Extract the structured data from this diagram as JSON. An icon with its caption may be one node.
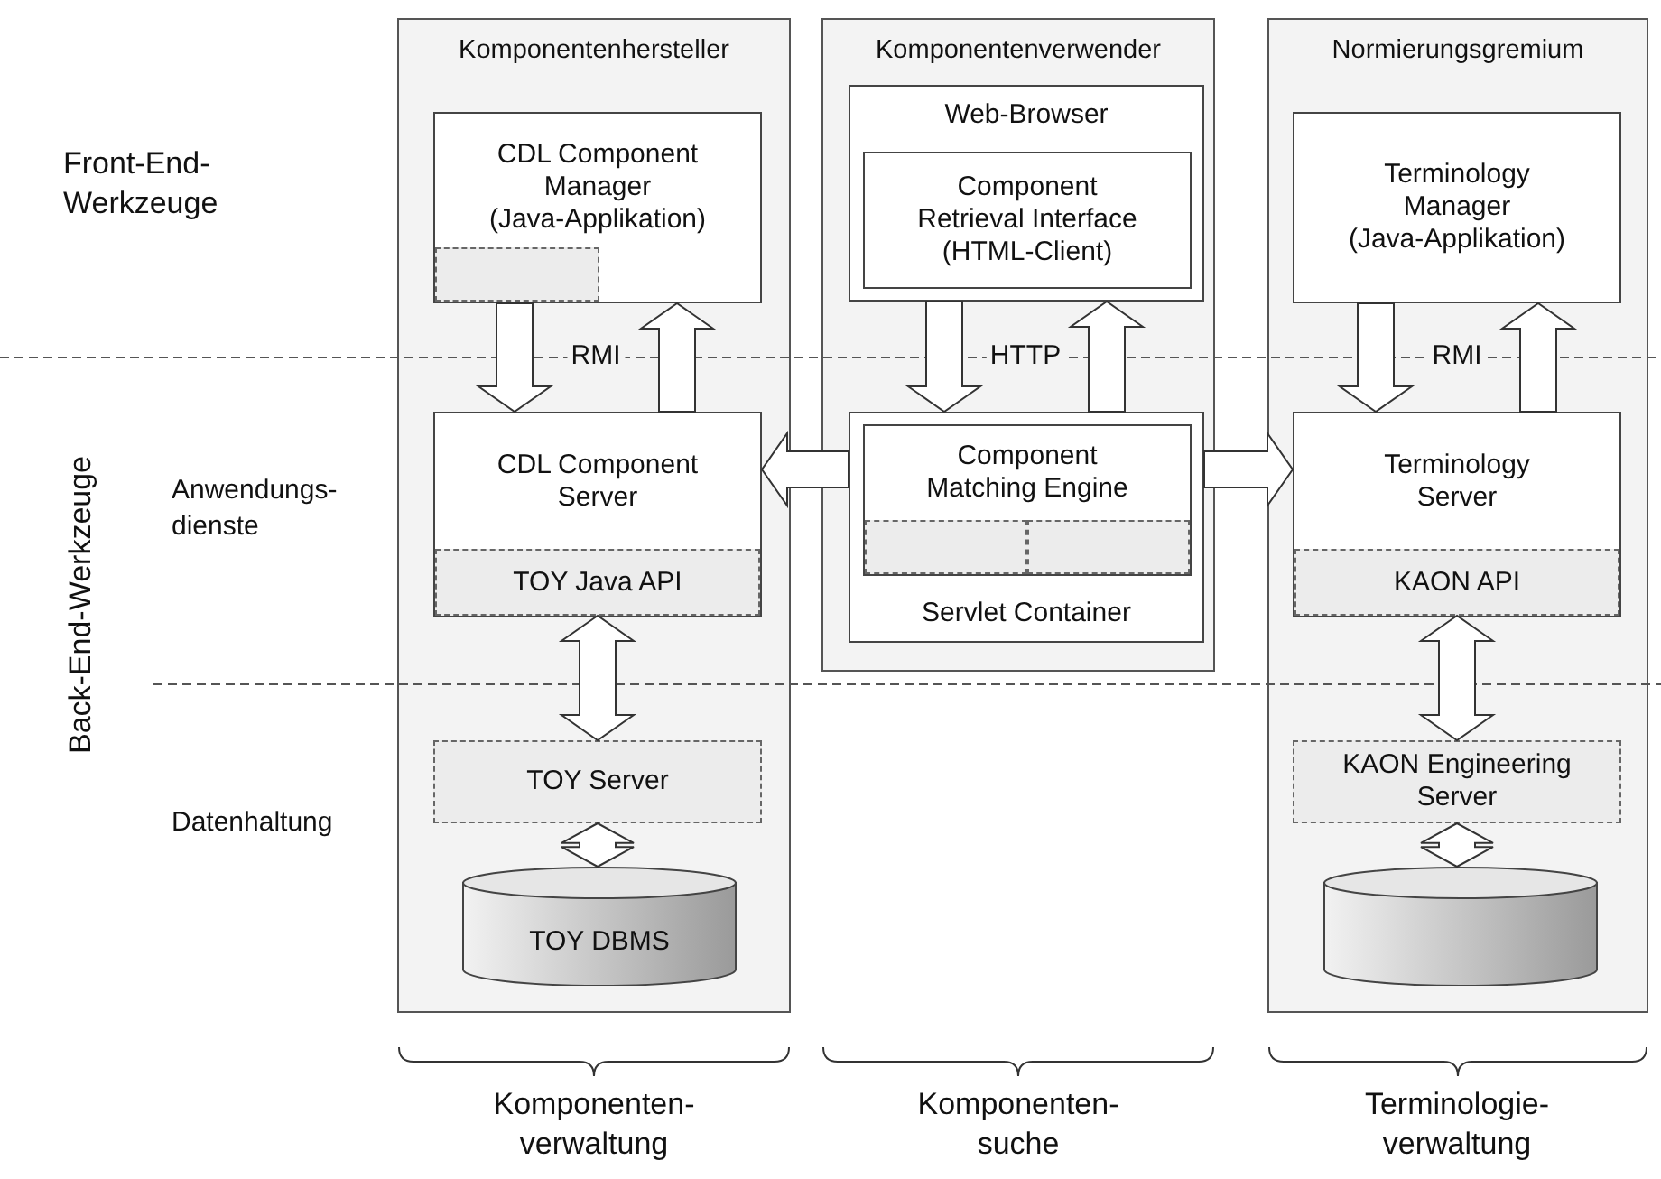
{
  "diagram": {
    "nodes": [
      {
        "text": [
          "Komponentenhersteller"
        ]
      },
      {
        "text": [
          "CDL Component Manager (Java-Applikation)"
        ],
        "in": 0
      },
      {
        "text": [],
        "shape": "box",
        "in": 1
      },
      {
        "text": [
          "CDL Component Server"
        ],
        "in": 0
      },
      {
        "text": [
          "TOY Java API"
        ],
        "in": 3
      },
      {
        "text": [
          "TOY Server"
        ],
        "in": 0
      },
      {
        "text": [
          "TOY DBMS"
        ],
        "in": 0
      },
      {
        "text": [
          "Komponentenverwender"
        ]
      },
      {
        "text": [
          "Web-Browser"
        ],
        "in": 7
      },
      {
        "text": [
          "Component Retrieval Interface (HTML-Client)"
        ],
        "in": 8
      },
      {
        "text": [
          "Servlet Container"
        ],
        "in": 7
      },
      {
        "text": [
          "Component Matching Engine"
        ],
        "in": 10
      },
      {
        "text": [],
        "shape": "box",
        "in": 11
      },
      {
        "text": [],
        "shape": "box",
        "in": 11
      },
      {
        "text": [
          "Normierungsgremium"
        ]
      },
      {
        "text": [
          "Terminology Manager (Java-Applikation)"
        ],
        "in": 14
      },
      {
        "text": [
          "Terminology Server"
        ],
        "in": 14
      },
      {
        "text": [
          "KAON API"
        ],
        "in": 16
      },
      {
        "text": [
          "KAON Engineering Server"
        ],
        "in": 14
      },
      {
        "text": [],
        "shape": "cylinder",
        "in": 14
      }
    ],
    "edges": [
      {
        "from": 1,
        "to": 3,
        "arrow": "to",
        "label": "RMI"
      },
      {
        "from": 3,
        "to": 1,
        "arrow": "to"
      },
      {
        "from": 8,
        "to": 10,
        "arrow": "to",
        "label": "HTTP"
      },
      {
        "from": 10,
        "to": 8,
        "arrow": "to"
      },
      {
        "from": 15,
        "to": 16,
        "arrow": "to",
        "label": "RMI"
      },
      {
        "from": 16,
        "to": 15,
        "arrow": "to"
      },
      {
        "from": 10,
        "to": 3,
        "arrow": "to"
      },
      {
        "from": 10,
        "to": 16,
        "arrow": "to"
      },
      {
        "from": 4,
        "to": 5,
        "arrow": "both"
      },
      {
        "from": 5,
        "to": 6,
        "arrow": "both"
      },
      {
        "from": 17,
        "to": 18,
        "arrow": "both"
      },
      {
        "from": 18,
        "to": 19,
        "arrow": "both"
      }
    ],
    "labels": [
      "Front-End-Werkzeuge",
      "Back-End-Werkzeuge",
      "Anwendungs-dienste",
      "Datenhaltung",
      "Komponenten-verwaltung",
      "Komponenten-suche",
      "Terminologie-verwaltung"
    ]
  }
}
